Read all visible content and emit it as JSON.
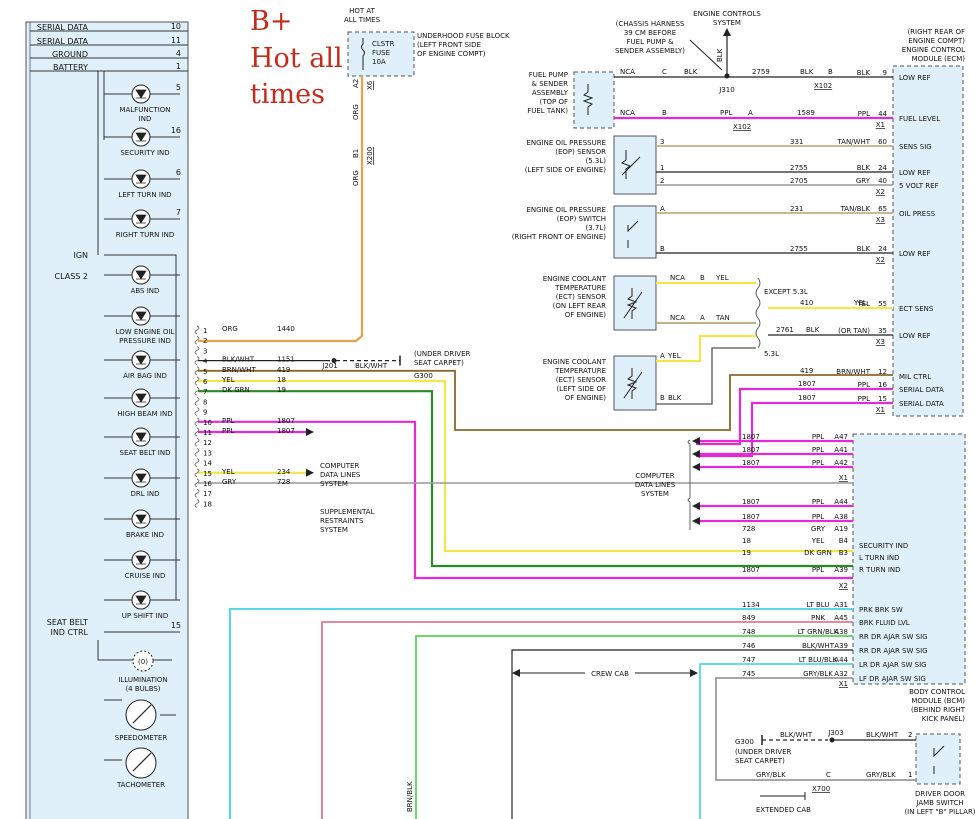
{
  "annotation": {
    "lines": [
      "B+",
      "Hot all",
      "times"
    ],
    "color": "#c42b1c"
  },
  "colors": {
    "panel": "#dff0fa",
    "org": "#e8a04a",
    "ppl": "#e22ad8",
    "yel": "#f2e64a",
    "dkgrn": "#2a8a2a",
    "brn": "#8a6a2a",
    "tan": "#b8a470",
    "gry": "#999999",
    "ltblu": "#55d8e8",
    "pnk": "#e07a8c",
    "ltgrn": "#6ad86a",
    "blk": "#222222"
  },
  "ipc": {
    "top_labels": [
      "SERIAL DATA",
      "SERIAL DATA",
      "GROUND",
      "BATTERY"
    ],
    "top_pins": [
      "10",
      "11",
      "4",
      "1"
    ],
    "indicators": [
      {
        "label": [
          "MALFUNCTION",
          "IND"
        ],
        "pin": "5"
      },
      {
        "label": [
          "SECURITY IND"
        ],
        "pin": "16"
      },
      {
        "label": [
          "LEFT TURN IND"
        ],
        "pin": "6"
      },
      {
        "label": [
          "RIGHT TURN IND"
        ],
        "pin": "7"
      },
      {
        "label": [
          "ABS IND"
        ],
        "pin": ""
      },
      {
        "label": [
          "LOW ENGINE OIL",
          "PRESSURE IND"
        ],
        "pin": ""
      },
      {
        "label": [
          "AIR BAG IND"
        ],
        "pin": ""
      },
      {
        "label": [
          "HIGH BEAM IND"
        ],
        "pin": ""
      },
      {
        "label": [
          "SEAT BELT IND"
        ],
        "pin": ""
      },
      {
        "label": [
          "DRL IND"
        ],
        "pin": ""
      },
      {
        "label": [
          "BRAKE IND"
        ],
        "pin": ""
      },
      {
        "label": [
          "CRUISE IND"
        ],
        "pin": ""
      },
      {
        "label": [
          "UP SHIFT IND"
        ],
        "pin": ""
      }
    ],
    "ign": "IGN",
    "class2": "CLASS 2",
    "seat_belt_ctrl": [
      "SEAT BELT",
      "IND CTRL"
    ],
    "seat_belt_pin": "15",
    "illumination": [
      "ILLUMINATION",
      "(4 BULBS)"
    ],
    "illum_mark": "(0)",
    "speedometer": "SPEEDOMETER",
    "tachometer": "TACHOMETER"
  },
  "connector": [
    {
      "pin": "1",
      "color": "ORG",
      "circuit": "1440"
    },
    {
      "pin": "2",
      "color": "",
      "circuit": ""
    },
    {
      "pin": "3",
      "color": "",
      "circuit": ""
    },
    {
      "pin": "4",
      "color": "BLK/WHT",
      "circuit": "1151"
    },
    {
      "pin": "5",
      "color": "BRN/WHT",
      "circuit": "419"
    },
    {
      "pin": "6",
      "color": "YEL",
      "circuit": "18"
    },
    {
      "pin": "7",
      "color": "DK GRN",
      "circuit": "19"
    },
    {
      "pin": "8",
      "color": "",
      "circuit": ""
    },
    {
      "pin": "9",
      "color": "",
      "circuit": ""
    },
    {
      "pin": "10",
      "color": "PPL",
      "circuit": "1807"
    },
    {
      "pin": "11",
      "color": "PPL",
      "circuit": "1807"
    },
    {
      "pin": "12",
      "color": "",
      "circuit": ""
    },
    {
      "pin": "13",
      "color": "",
      "circuit": ""
    },
    {
      "pin": "14",
      "color": "",
      "circuit": ""
    },
    {
      "pin": "15",
      "color": "YEL",
      "circuit": "234"
    },
    {
      "pin": "16",
      "color": "GRY",
      "circuit": "728"
    },
    {
      "pin": "17",
      "color": "",
      "circuit": ""
    },
    {
      "pin": "18",
      "color": "",
      "circuit": ""
    }
  ],
  "fuse": {
    "hot_label": [
      "HOT AT",
      "ALL TIMES"
    ],
    "name": [
      "CLSTR",
      "FUSE",
      "10A"
    ],
    "block": [
      "UNDERHOOD FUSE BLOCK",
      "(LEFT FRONT SIDE",
      "OF ENGINE COMPT)"
    ],
    "a2": "A2",
    "x6": "X6",
    "b1": "B1",
    "x200": "X200",
    "wire1": "ORG",
    "wire2": "ORG"
  },
  "j201": {
    "name": "J201",
    "wire": "BLK/WHT",
    "g300": "G300",
    "location": [
      "(UNDER DRIVER",
      "SEAT CARPET)"
    ]
  },
  "computer_data_lines": [
    "COMPUTER",
    "DATA LINES",
    "SYSTEM"
  ],
  "supplemental": [
    "SUPPLEMENTAL",
    "RESTRAINTS",
    "SYSTEM"
  ],
  "engine_controls": {
    "title": [
      "ENGINE CONTROLS",
      "SYSTEM"
    ],
    "harness": [
      "(CHASSIS HARNESS",
      "39 CM BEFORE",
      "FUEL PUMP &",
      "SENDER ASSEMBLY)"
    ],
    "wire": "BLK",
    "j310": "J310"
  },
  "ecm": {
    "location": [
      "(RIGHT REAR OF",
      "ENGINE COMPT)"
    ],
    "name": [
      "ENGINE CONTROL",
      "MODULE (ECM)"
    ],
    "pins": [
      {
        "label": "LOW REF",
        "pin": "9",
        "color": "BLK",
        "conn": ""
      },
      {
        "label": "FUEL LEVEL",
        "pin": "44",
        "color": "PPL",
        "conn": "X1"
      },
      {
        "label": "SENS SIG",
        "pin": "60",
        "color": "TAN/WHT",
        "conn": ""
      },
      {
        "label": "LOW REF",
        "pin": "24",
        "color": "BLK",
        "conn": ""
      },
      {
        "label": "5 VOLT REF",
        "pin": "40",
        "color": "GRY",
        "conn": "X2"
      },
      {
        "label": "OIL PRESS",
        "pin": "65",
        "color": "TAN/BLK",
        "conn": "X3"
      },
      {
        "label": "LOW REF",
        "pin": "24",
        "color": "BLK",
        "conn": "X2"
      },
      {
        "label": "ECT SENS",
        "pin": "55",
        "color": "YEL",
        "conn": ""
      },
      {
        "label": "LOW REF",
        "pin": "35",
        "color": "(OR TAN)",
        "conn": "X3"
      },
      {
        "label": "MIL CTRL",
        "pin": "12",
        "color": "BRN/WHT",
        "conn": ""
      },
      {
        "label": "SERIAL DATA",
        "pin": "16",
        "color": "PPL",
        "conn": ""
      },
      {
        "label": "SERIAL DATA",
        "pin": "15",
        "color": "PPL",
        "conn": "X1"
      }
    ]
  },
  "fuel_pump": {
    "label": [
      "FUEL PUMP",
      "& SENDER",
      "ASSEMBLY",
      "(TOP OF",
      "FUEL TANK)"
    ],
    "nca1": "NCA",
    "c": "C",
    "blk": "BLK",
    "c2759": "2759",
    "b1": "B",
    "blk2": "BLK",
    "b2": "B",
    "blk3": "BLK",
    "x102a": "X102",
    "nca2": "NCA",
    "b3": "B",
    "ppl": "PPL",
    "a": "A",
    "c1589": "1589",
    "ppl2": "PPL",
    "x102b": "X102"
  },
  "eop_sensor": {
    "label": [
      "ENGINE OIL PRESSURE",
      "(EOP) SENSOR",
      "(5.3L)",
      "(LEFT SIDE OF ENGINE)"
    ],
    "pins": [
      "3",
      "1",
      "2"
    ],
    "circuits": [
      {
        "circuit": "331",
        "color": "TAN/WHT"
      },
      {
        "circuit": "2755",
        "color": "BLK"
      },
      {
        "circuit": "2705",
        "color": "GRY"
      }
    ]
  },
  "eop_switch": {
    "label": [
      "ENGINE OIL PRESSURE",
      "(EOP) SWITCH",
      "(3.7L)",
      "(RIGHT FRONT OF ENGINE)"
    ],
    "pins": [
      "A",
      "B"
    ],
    "circuits": [
      {
        "circuit": "231",
        "color": "TAN/BLK"
      },
      {
        "circuit": "2755",
        "color": "BLK"
      }
    ]
  },
  "ect1": {
    "label": [
      "ENGINE COOLANT",
      "TEMPERATURE",
      "(ECT) SENSOR",
      "(ON LEFT REAR",
      "OF ENGINE)"
    ],
    "nca1": "NCA",
    "b": "B",
    "yel": "YEL",
    "nca2": "NCA",
    "a": "A",
    "tan": "TAN"
  },
  "ect2": {
    "label": [
      "ENGINE COOLANT",
      "TEMPERATURE",
      "(ECT) SENSOR",
      "(LEFT SIDE OF",
      "OF ENGINE)"
    ],
    "a": "A",
    "yel": "YEL",
    "b": "B",
    "blk": "BLK"
  },
  "except53": "EXCEPT 5.3L",
  "l53": "5.3L",
  "ect_wires": {
    "c410": "410",
    "yel": "YEL",
    "c2761": "2761",
    "blk": "BLK"
  },
  "cdl2": [
    "COMPUTER",
    "DATA LINES",
    "SYSTEM"
  ],
  "bcm": {
    "name": [
      "BODY CONTROL",
      "MODULE (BCM)",
      "(BEHIND RIGHT",
      "KICK PANEL)"
    ],
    "rows": [
      {
        "circuit": "1807",
        "color": "PPL",
        "pin": "A47",
        "label": ""
      },
      {
        "circuit": "1807",
        "color": "PPL",
        "pin": "A41",
        "label": ""
      },
      {
        "circuit": "1807",
        "color": "PPL",
        "pin": "A42",
        "label": ""
      },
      {
        "circuit": "1807",
        "color": "PPL",
        "pin": "A44",
        "label": ""
      },
      {
        "circuit": "1807",
        "color": "PPL",
        "pin": "A38",
        "label": ""
      },
      {
        "circuit": "728",
        "color": "GRY",
        "pin": "A19",
        "label": ""
      },
      {
        "circuit": "18",
        "color": "YEL",
        "pin": "B4",
        "label": "SECURITY IND"
      },
      {
        "circuit": "19",
        "color": "DK GRN",
        "pin": "B3",
        "label": "L TURN IND"
      },
      {
        "circuit": "",
        "color": "",
        "pin": "",
        "label": "R TURN IND"
      },
      {
        "circuit": "1807",
        "color": "PPL",
        "pin": "A39",
        "label": ""
      },
      {
        "circuit": "1134",
        "color": "LT BLU",
        "pin": "A31",
        "label": "PRK BRK SW"
      },
      {
        "circuit": "849",
        "color": "PNK",
        "pin": "A45",
        "label": "BRK FLUID LVL"
      },
      {
        "circuit": "748",
        "color": "LT GRN/BLK",
        "pin": "A38",
        "label": "RR DR AJAR SW SIG"
      },
      {
        "circuit": "746",
        "color": "BLK/WHT",
        "pin": "A39",
        "label": "RR DR AJAR SW SIG"
      },
      {
        "circuit": "747",
        "color": "LT BLU/BLK",
        "pin": "A44",
        "label": "LR DR AJAR SW SIG"
      },
      {
        "circuit": "745",
        "color": "GRY/BLK",
        "pin": "A32",
        "label": "LF DR AJAR SW SIG"
      }
    ],
    "x1a": "X1",
    "x2": "X2",
    "x1b": "X1"
  },
  "crew_cab": "CREW CAB",
  "extended_cab": "EXTENDED CAB",
  "j303": {
    "name": "J303",
    "wire1": "BLK/WHT",
    "wire2": "BLK/WHT",
    "pin2": "2",
    "g300": "G300",
    "location": [
      "(UNDER DRIVER",
      "SEAT CARPET)"
    ]
  },
  "x700": {
    "wire1": "GRY/BLK",
    "c": "C",
    "wire2": "GRY/BLK",
    "pin1": "1",
    "conn": "X700"
  },
  "door_switch": [
    "DRIVER DOOR",
    "JAMB SWITCH",
    "(IN LEFT \"B\" PILLAR)"
  ],
  "brnblk": "BRN/BLK"
}
